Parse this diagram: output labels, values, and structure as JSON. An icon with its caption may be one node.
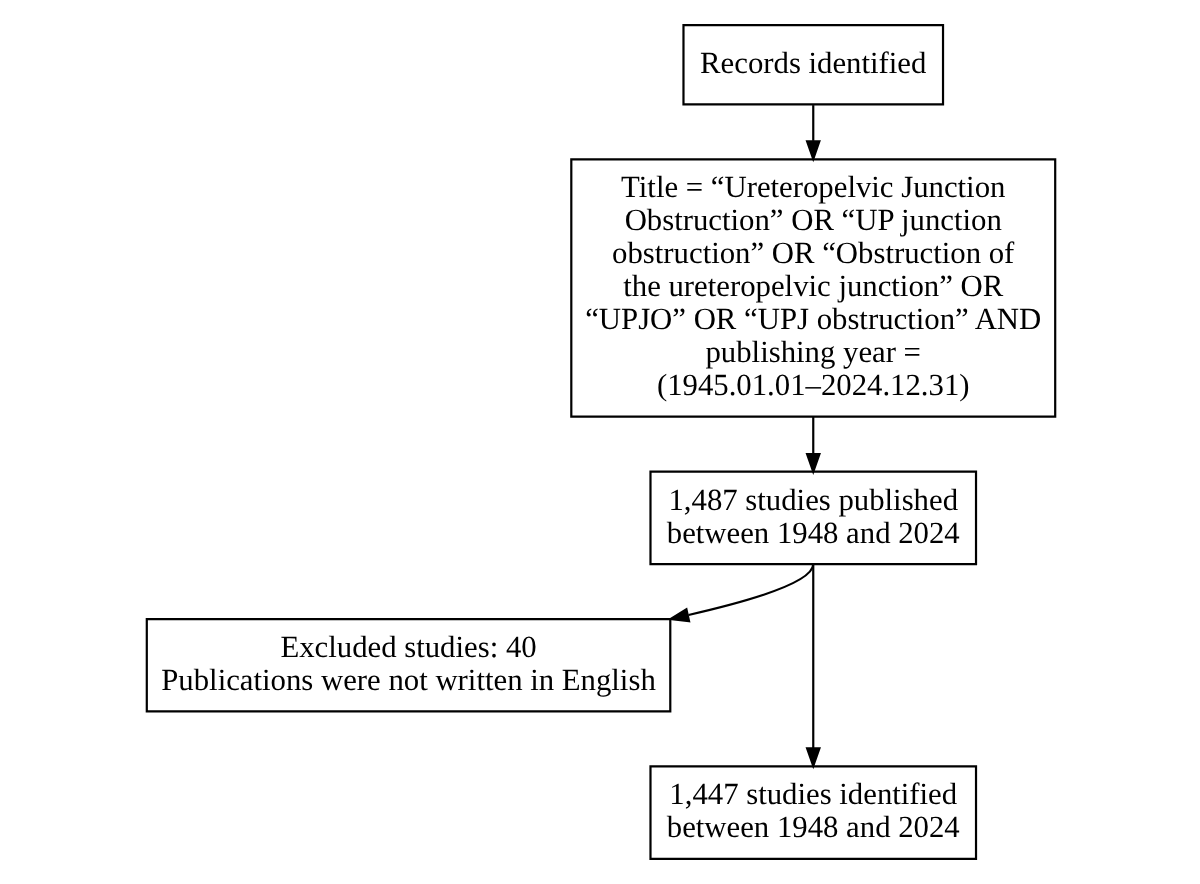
{
  "diagram": {
    "nodes": [
      {
        "text": [
          "Records identified"
        ]
      },
      {
        "text": [
          "Title = “Ureteropelvic Junction Obstruction” OR “UP junction obstruction” OR “Obstruction of the ureteropelvic junction” OR “UPJO” OR “UPJ obstruction” AND publishing year = (1945.01.01–2024.12.31)"
        ]
      },
      {
        "text": [
          "1,487 studies published between 1948 and 2024"
        ]
      },
      {
        "text": [
          "Excluded studies: 40",
          "Publications were not written in English"
        ]
      },
      {
        "text": [
          "1,447 studies identified between 1948 and 2024"
        ]
      }
    ],
    "edges": [
      {
        "from": 0,
        "to": 1,
        "arrow": "to"
      },
      {
        "from": 1,
        "to": 2,
        "arrow": "to"
      },
      {
        "from": 2,
        "to": 3,
        "arrow": "to"
      },
      {
        "from": 2,
        "to": 4,
        "arrow": "to"
      }
    ]
  }
}
